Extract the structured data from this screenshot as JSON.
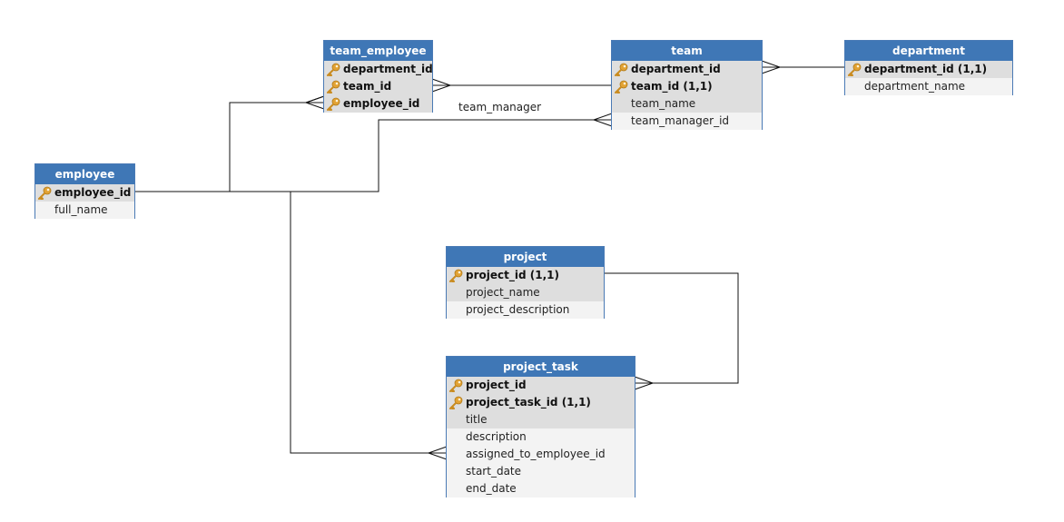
{
  "entities": {
    "team_employee": {
      "name": "team_employee",
      "columns": [
        "department_id",
        "team_id",
        "employee_id"
      ]
    },
    "team": {
      "name": "team",
      "columns": [
        "department_id",
        "team_id (1,1)",
        "team_name",
        "team_manager_id"
      ]
    },
    "department": {
      "name": "department",
      "columns": [
        "department_id (1,1)",
        "department_name"
      ]
    },
    "employee": {
      "name": "employee",
      "columns": [
        "employee_id",
        "full_name"
      ]
    },
    "project": {
      "name": "project",
      "columns": [
        "project_id (1,1)",
        "project_name",
        "project_description"
      ]
    },
    "project_task": {
      "name": "project_task",
      "columns": [
        "project_id",
        "project_task_id (1,1)",
        "title",
        "description",
        "assigned_to_employee_id",
        "start_date",
        "end_date"
      ]
    }
  },
  "relationship_labels": {
    "team_manager": "team_manager"
  },
  "colors": {
    "header": "#3f77b6",
    "border": "#4a7ab5",
    "key_icon": "#e2a233",
    "line": "#000000"
  },
  "icons": {
    "primary_key": "key-icon"
  }
}
